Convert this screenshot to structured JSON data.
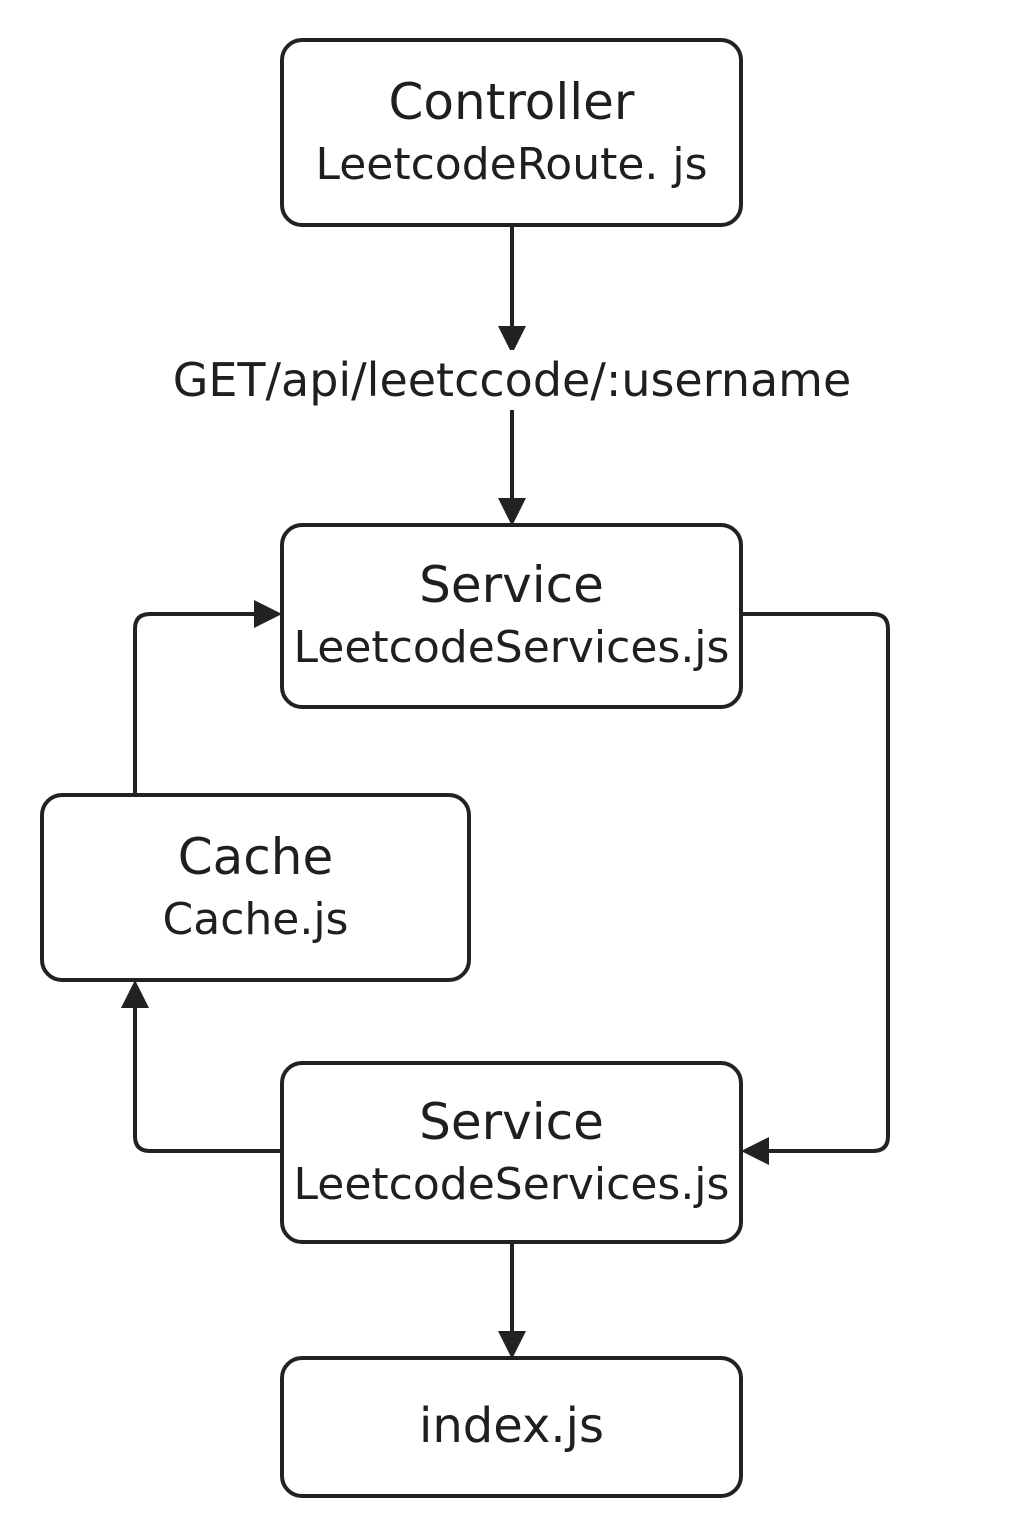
{
  "diagram": {
    "nodes": {
      "controller": {
        "title": "Controller",
        "file": "LeetcodeRoute. js"
      },
      "service_top": {
        "title": "Service",
        "file": "LeetcodeServices.js"
      },
      "cache": {
        "title": "Cache",
        "file": "Cache.js"
      },
      "service_bottom": {
        "title": "Service",
        "file": "LeetcodeServices.js"
      },
      "index": {
        "label": "index.js"
      }
    },
    "edges": [
      {
        "from": "controller",
        "to": "service_top",
        "label": "GET/api/leetccode/:username"
      },
      {
        "from": "service_top",
        "to": "service_bottom"
      },
      {
        "from": "service_bottom",
        "to": "cache"
      },
      {
        "from": "cache",
        "to": "service_top"
      },
      {
        "from": "service_bottom",
        "to": "index"
      }
    ],
    "colors": {
      "stroke": "#222222",
      "background": "#ffffff",
      "text": "#1f1f1f"
    }
  }
}
